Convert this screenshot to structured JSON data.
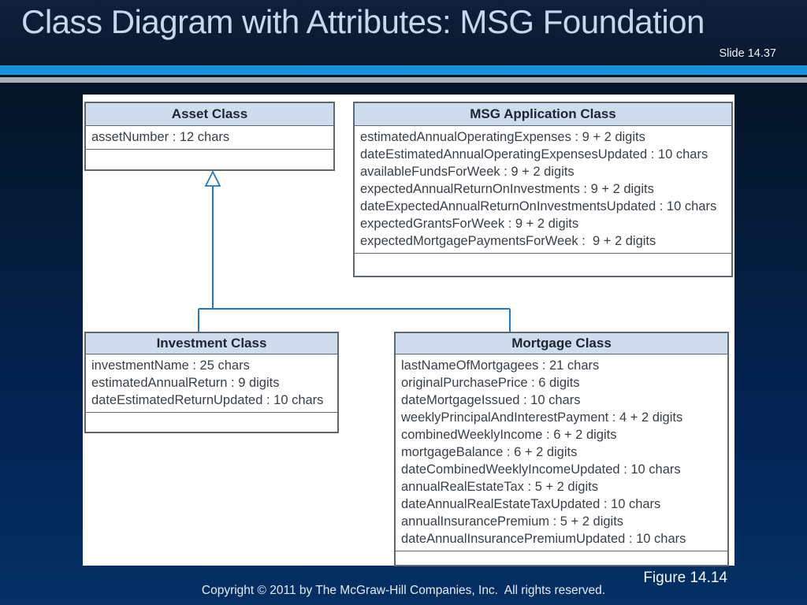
{
  "slide": {
    "title": "Class Diagram with Attributes: MSG Foundation",
    "slide_number": "Slide 14.37",
    "figure_label": "Figure 14.14",
    "copyright": "Copyright © 2011 by The McGraw-Hill Companies, Inc.  All rights reserved."
  },
  "colors": {
    "accent_bar_blue": "#1691da",
    "accent_bar_silver": "#a9aeb5",
    "class_header_fill": "#cfdcee",
    "connector_blue": "#2878b8",
    "title_text": "#c6d8ee",
    "background_top": "#0b1a31",
    "background_bottom": "#053064"
  },
  "diagram": {
    "classes": [
      {
        "name": "Asset Class",
        "attributes": [
          "assetNumber : 12 chars"
        ]
      },
      {
        "name": "MSG Application Class",
        "attributes": [
          "estimatedAnnualOperatingExpenses : 9 + 2 digits",
          "dateEstimatedAnnualOperatingExpensesUpdated : 10 chars",
          "availableFundsForWeek : 9 + 2 digits",
          "expectedAnnualReturnOnInvestments : 9 + 2 digits",
          "dateExpectedAnnualReturnOnInvestmentsUpdated : 10 chars",
          "expectedGrantsForWeek : 9 + 2 digits",
          "expectedMortgagePaymentsForWeek :  9 + 2 digits"
        ]
      },
      {
        "name": "Investment Class",
        "attributes": [
          "investmentName : 25 chars",
          "estimatedAnnualReturn : 9 digits",
          "dateEstimatedReturnUpdated : 10 chars"
        ]
      },
      {
        "name": "Mortgage Class",
        "attributes": [
          "lastNameOfMortgagees : 21 chars",
          "originalPurchasePrice : 6 digits",
          "dateMortgageIssued : 10 chars",
          "weeklyPrincipalAndInterestPayment : 4 + 2 digits",
          "combinedWeeklyIncome : 6 + 2 digits",
          "mortgageBalance : 6 + 2 digits",
          "dateCombinedWeeklyIncomeUpdated : 10 chars",
          "annualRealEstateTax : 5 + 2 digits",
          "dateAnnualRealEstateTaxUpdated : 10 chars",
          "annualInsurancePremium : 5 + 2 digits",
          "dateAnnualInsurancePremiumUpdated : 10 chars"
        ]
      }
    ],
    "relationships": [
      {
        "type": "inheritance",
        "parent": "Asset Class",
        "children": [
          "Investment Class",
          "Mortgage Class"
        ]
      }
    ]
  }
}
